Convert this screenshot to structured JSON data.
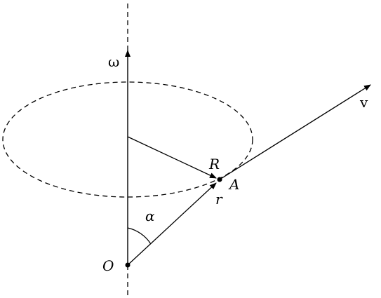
{
  "labels": {
    "omega": "ω",
    "v": "v",
    "R": "R",
    "A": "A",
    "r": "r",
    "alpha": "α",
    "O": "O"
  },
  "colors": {
    "stroke": "#000000",
    "background": "#ffffff"
  }
}
